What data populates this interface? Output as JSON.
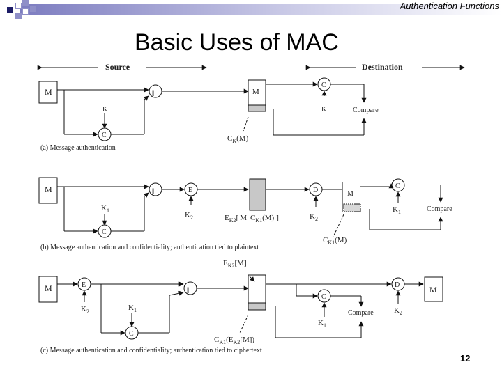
{
  "header": {
    "topic": "Authentication Functions",
    "title": "Basic Uses of MAC",
    "page_number": "12",
    "colors": {
      "accent_dark": "#1c1c66",
      "accent_light": "#8f8fc8"
    }
  },
  "diagram": {
    "source_label": "Source",
    "destination_label": "Destination",
    "panel_a": {
      "caption": "(a) Message authentication",
      "m": "M",
      "k": "K",
      "c": "C",
      "c_dest": "C",
      "k_dest": "K",
      "compare": "Compare",
      "concat": "||",
      "c_mac_1": "C",
      "c_mac_sub": "K",
      "c_mac_2": "(M)"
    },
    "panel_b": {
      "caption": "(b) Message authentication and confidentiality; authentication tied to plaintext",
      "m": "M",
      "k1_a": "K",
      "k1_a_sub": "1",
      "c": "C",
      "e": "E",
      "k2_a": "K",
      "k2_a_sub": "2",
      "d": "D",
      "k2_b": "K",
      "k2_b_sub": "2",
      "m_dest": "M",
      "c_dest": "C",
      "k1_b": "K",
      "k1_b_sub": "1",
      "compare": "Compare",
      "concat": "||",
      "ek_e": "E",
      "ek_sub": "K2",
      "ek_open": "[",
      "ek_m": "M",
      "ek_c": "C",
      "ek_c_sub": "K1",
      "ek_cm": "(M)",
      "ek_close": "]",
      "ck_c": "C",
      "ck_sub": "K1",
      "ck_m": "(M)"
    },
    "panel_c": {
      "caption": "(c) Message authentication and confidentiality; authentication tied to ciphertext",
      "m": "M",
      "e": "E",
      "k2_a": "K",
      "k2_a_sub": "2",
      "k1_a": "K",
      "k1_a_sub": "1",
      "c": "C",
      "ek_e": "E",
      "ek_sub": "K2",
      "ek_m": "[M]",
      "c_dest": "C",
      "k1_b": "K",
      "k1_b_sub": "1",
      "compare": "Compare",
      "d": "D",
      "k2_b": "K",
      "k2_b_sub": "2",
      "m_out": "M",
      "concat": "||",
      "ck_c": "C",
      "ck_sub": "K1",
      "ck_open": "(",
      "ck_e": "E",
      "ck_e_sub": "K2",
      "ck_m": "[M]",
      "ck_close": ")"
    }
  }
}
